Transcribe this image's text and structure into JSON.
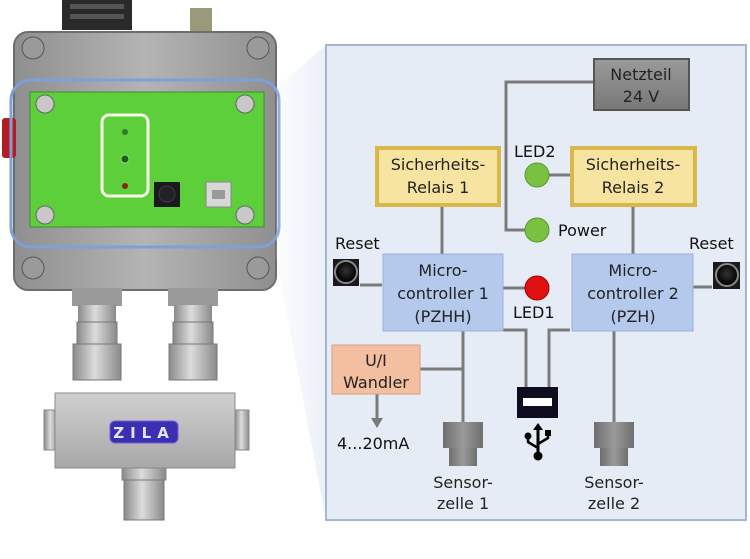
{
  "device": {
    "logo_text": "ZILA",
    "colors": {
      "pcb_green": "#5ccf3a",
      "housing_gray": "#a9a9a9",
      "logo_blue": "#3a2fb0",
      "highlight_blue": "#7f9fd9"
    }
  },
  "diagram": {
    "background": "#e6ecf6",
    "border": "#a6b6cc",
    "power_supply": {
      "line1": "Netzteil",
      "line2": "24 V",
      "color": "#8c8c8c"
    },
    "relay1": {
      "line1": "Sicherheits-",
      "line2": "Relais 1",
      "color": "#f7e4a0",
      "border": "#d8b84a"
    },
    "relay2": {
      "line1": "Sicherheits-",
      "line2": "Relais 2",
      "color": "#f7e4a0",
      "border": "#d8b84a"
    },
    "mcu1": {
      "line1": "Micro-",
      "line2": "controller 1",
      "line3": "(PZHH)",
      "color": "#b4c9ec"
    },
    "mcu2": {
      "line1": "Micro-",
      "line2": "controller 2",
      "line3": "(PZH)",
      "color": "#b4c9ec"
    },
    "converter": {
      "line1": "U/I",
      "line2": "Wandler",
      "color": "#f3bfa0",
      "output": "4...20mA"
    },
    "led2": {
      "label": "LED2",
      "color": "#7ac142"
    },
    "power_led": {
      "label": "Power",
      "color": "#7ac142"
    },
    "led1": {
      "label": "LED1",
      "color": "#e01010"
    },
    "reset_left": {
      "label": "Reset"
    },
    "reset_right": {
      "label": "Reset"
    },
    "sensor1": {
      "line1": "Sensor-",
      "line2": "zelle 1"
    },
    "sensor2": {
      "line1": "Sensor-",
      "line2": "zelle 2"
    },
    "usb": {
      "icon": "usb-icon"
    }
  }
}
